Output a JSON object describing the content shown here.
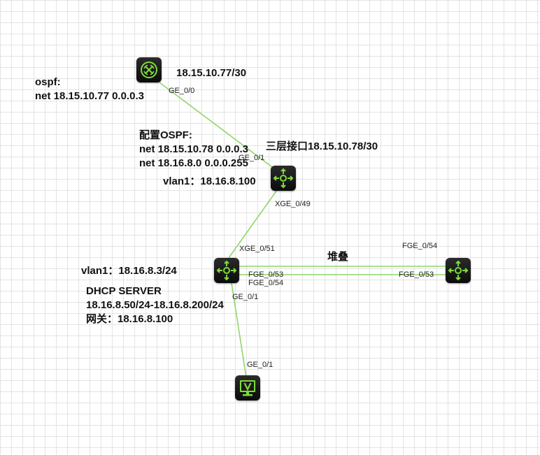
{
  "devices": {
    "router": {
      "type": "router",
      "icon": "router-icon"
    },
    "core_switch": {
      "type": "l3-switch",
      "icon": "l3-switch-icon"
    },
    "access_switch": {
      "type": "l3-switch",
      "icon": "l3-switch-icon"
    },
    "stack_switch": {
      "type": "l3-switch",
      "icon": "l3-switch-icon"
    },
    "pc": {
      "type": "pc",
      "icon": "pc-monitor-icon"
    }
  },
  "ports": {
    "router_ge00": "GE_0/0",
    "core_ge01": "GE_0/1",
    "core_xge049": "XGE_0/49",
    "access_xge051": "XGE_0/51",
    "access_fge053": "FGE_0/53",
    "access_fge054": "FGE_0/54",
    "stack_fge054": "FGE_0/54",
    "stack_fge053": "FGE_0/53",
    "access_ge01": "GE_0/1",
    "pc_ge01": "GE_0/1"
  },
  "notes": {
    "router_ip": "18.15.10.77/30",
    "router_ospf_title": "ospf:",
    "router_ospf_net": "net 18.15.10.77 0.0.0.3",
    "core_ospf_title": "配置OSPF:",
    "core_ospf_net1": "net 18.15.10.78 0.0.0.3",
    "core_ospf_net2": "net 18.16.8.0 0.0.0.255",
    "core_l3_interface": "三层接口18.15.10.78/30",
    "core_vlan1": "vlan1：18.16.8.100",
    "stack_label": "堆叠",
    "access_vlan1": "vlan1：18.16.8.3/24",
    "dhcp_title": "DHCP SERVER",
    "dhcp_range": "18.16.8.50/24-18.16.8.200/24",
    "dhcp_gateway": "网关：18.16.8.100"
  },
  "colors": {
    "link": "#8fd66a",
    "icon_glyph": "#7ddc3a",
    "device_body": "#1a1a1a"
  }
}
